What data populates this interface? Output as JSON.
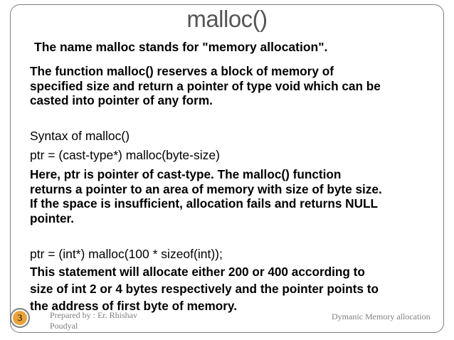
{
  "slide": {
    "title": "malloc()",
    "subtitle": "The name malloc stands for \"memory allocation\".",
    "para1": [
      "The function malloc() reserves a block of memory of",
      "specified size and return a pointer of type void which can be",
      "casted into pointer of any form."
    ],
    "syntax_heading": "Syntax of malloc()",
    "syntax_line": "ptr = (cast-type*) malloc(byte-size)",
    "para2": [
      "Here, ptr is pointer of cast-type. The malloc() function",
      "returns a pointer to an area of memory with size of byte size.",
      "If the space is insufficient, allocation fails and returns NULL",
      "pointer."
    ],
    "example_line": "ptr = (int*) malloc(100 * sizeof(int));",
    "para3": [
      "This statement will allocate either 200 or 400 according to",
      "size of int 2 or 4 bytes respectively and the pointer points to",
      "the address of first byte of memory."
    ]
  },
  "footer": {
    "page_number": "3",
    "author_line1": "Prepared by : Er. Rhishav",
    "author_line2": "Poudyal",
    "topic": "Dymanic Memory allocation"
  }
}
